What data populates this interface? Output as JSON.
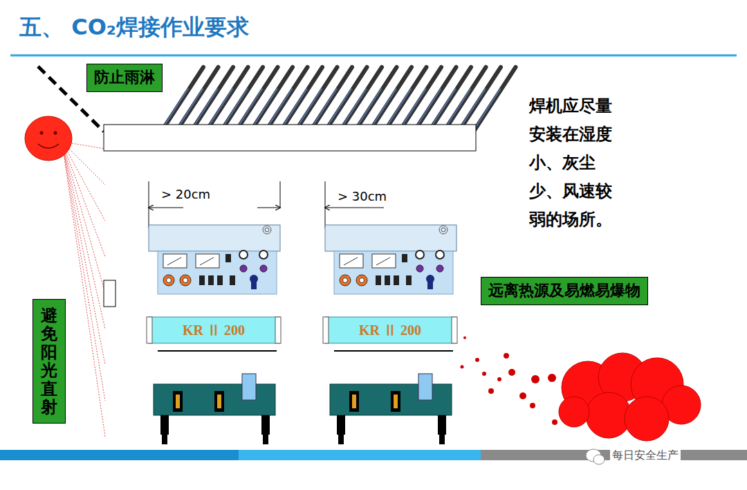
{
  "diagram": {
    "title": "五、 CO₂焊接作业要求",
    "nodes": [
      {
        "text": [
          "防止雨淋"
        ]
      },
      {
        "text": [
          "避免阳光直射"
        ]
      },
      {
        "text": [
          "KR Ⅱ 200"
        ]
      },
      {
        "text": [
          "KR Ⅱ 200"
        ]
      },
      {
        "text": [
          "远离热源及易燃易爆物"
        ]
      }
    ],
    "labels": [
      "焊机应尽量安装在湿度小、灰尘少、风速较弱的场所。",
      "> 20cm",
      "> 30cm",
      "每日安全生产"
    ]
  }
}
